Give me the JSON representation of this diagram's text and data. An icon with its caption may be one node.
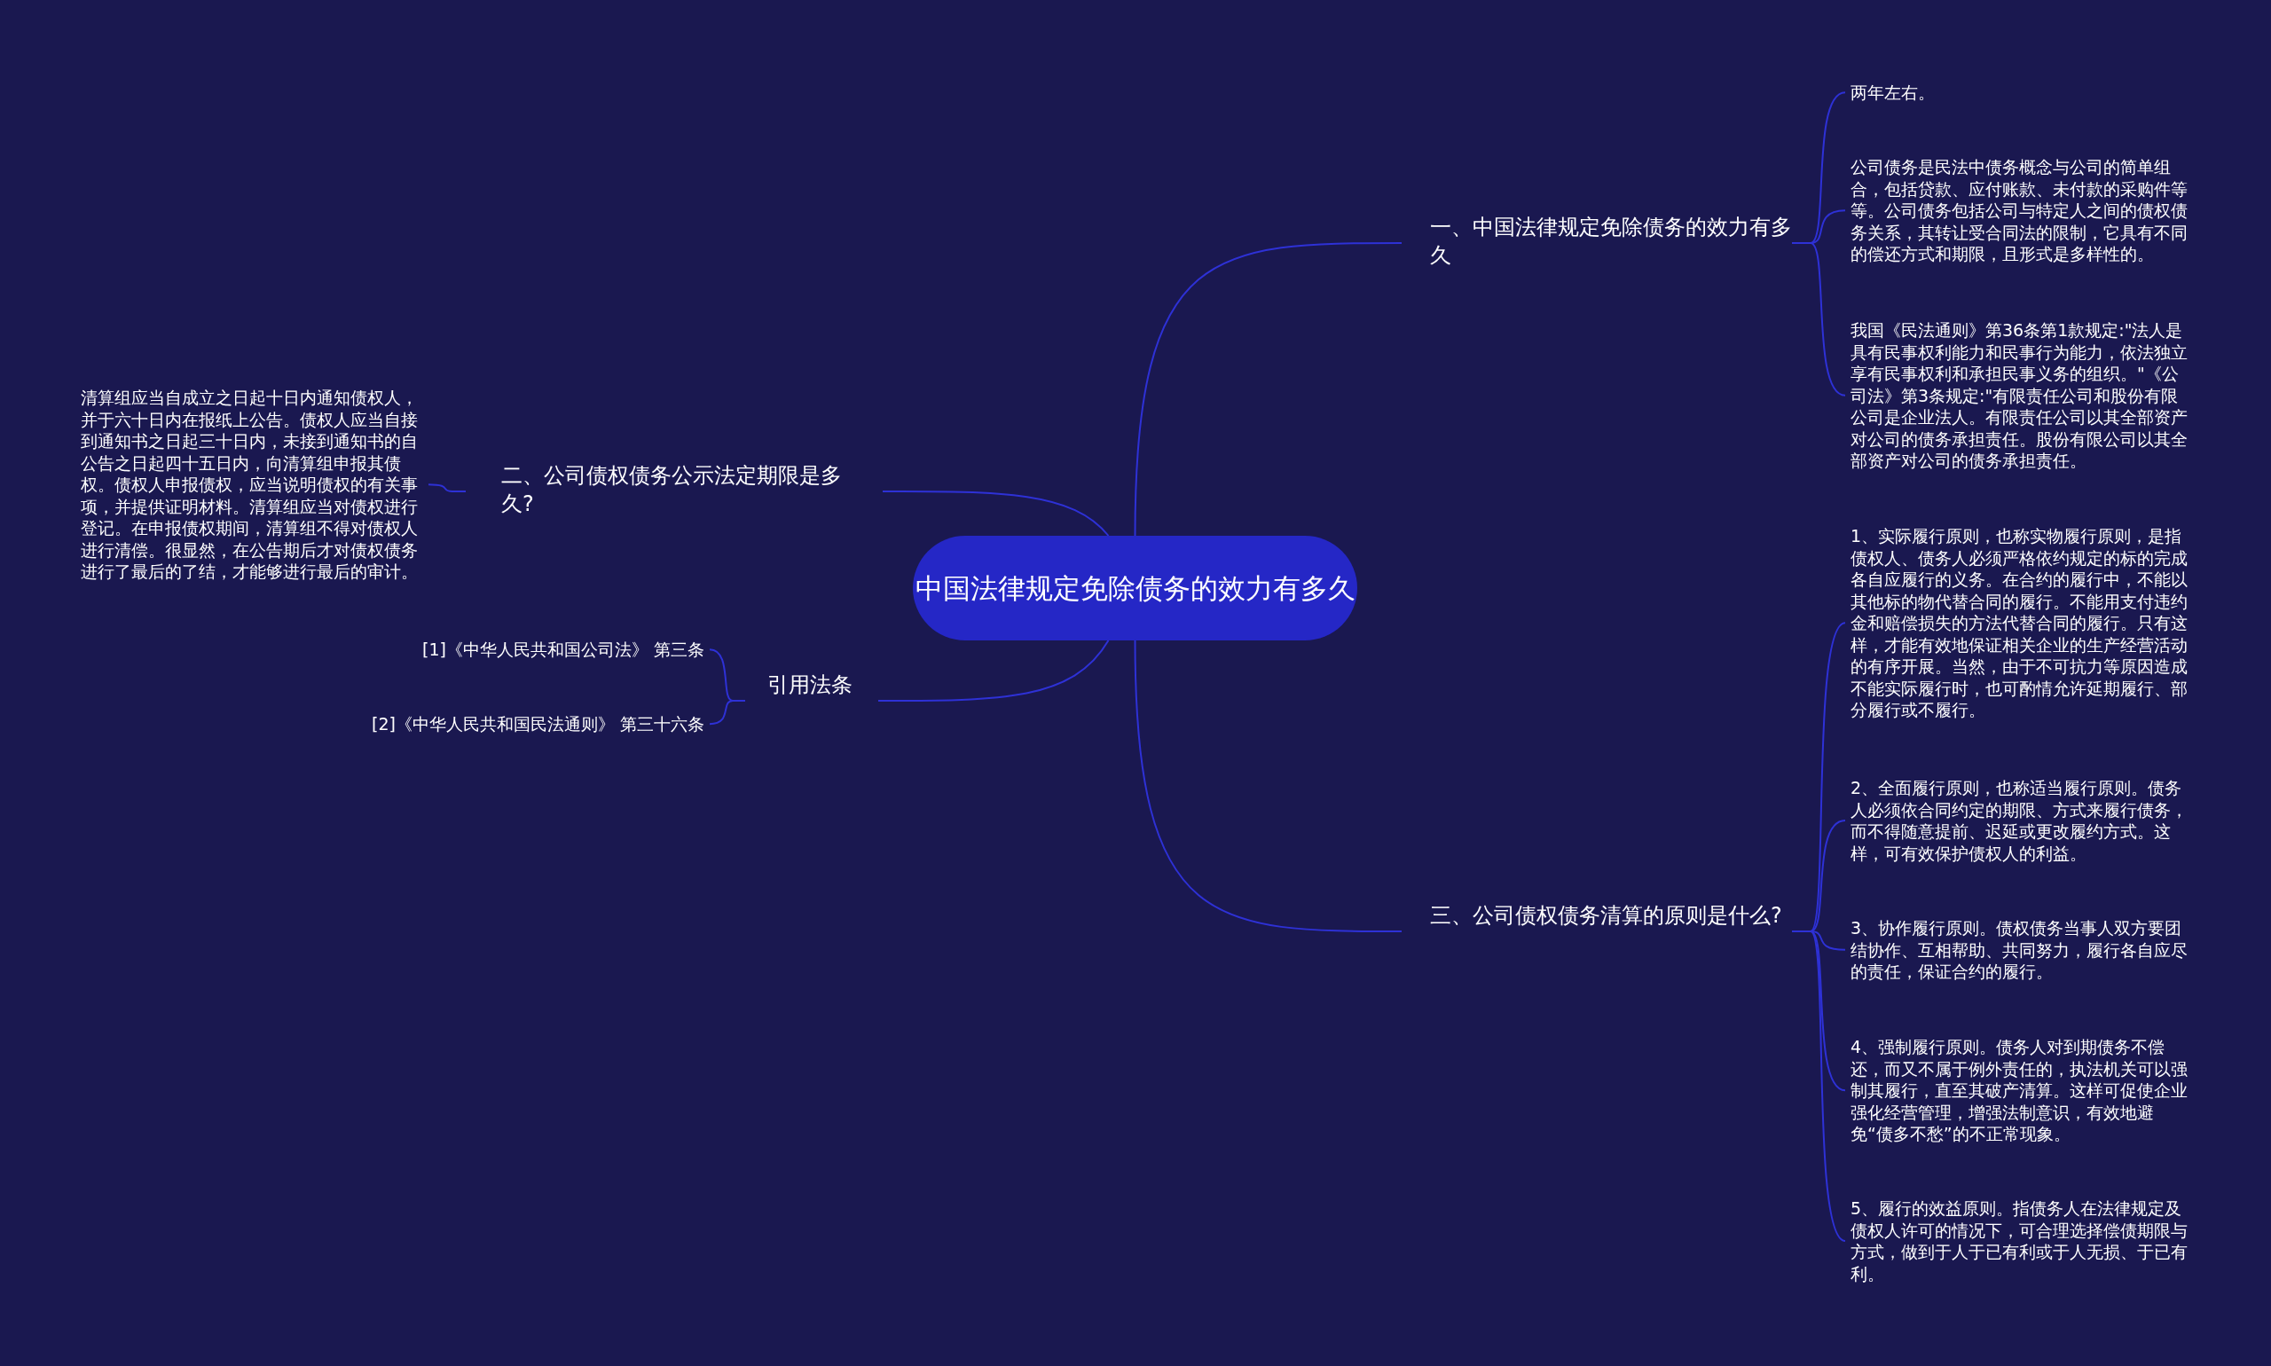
{
  "diagram": {
    "nodes": [
      {
        "text": [
          "中国法律规定免除债务的效力有多久"
        ]
      },
      {
        "text": [
          "一、中国法律规定免除债务的效力有多久"
        ]
      },
      {
        "text": [
          "两年左右。"
        ]
      },
      {
        "text": [
          "公司债务是民法中债务概念与公司的简单组合，包括贷款、应付账款、未付款的采购件等等。公司债务包括公司与特定人之间的债权债务关系，其转让受合同法的限制，它具有不同的偿还方式和期限，且形式是多样性的。"
        ]
      },
      {
        "text": [
          "我国《民法通则》第36条第1款规定:\"法人是具有民事权利能力和民事行为能力，依法独立享有民事权利和承担民事义务的组织。\"《公司法》第3条规定:\"有限责任公司和股份有限公司是企业法人。有限责任公司以其全部资产对公司的债务承担责任。股份有限公司以其全部资产对公司的债务承担责任。"
        ]
      },
      {
        "text": [
          "二、公司债权债务公示法定期限是多久?"
        ]
      },
      {
        "text": [
          "清算组应当自成立之日起十日内通知债权人，并于六十日内在报纸上公告。债权人应当自接到通知书之日起三十日内，未接到通知书的自公告之日起四十五日内，向清算组申报其债权。债权人申报债权，应当说明债权的有关事项，并提供证明材料。清算组应当对债权进行登记。在申报债权期间，清算组不得对债权人进行清偿。很显然，在公告期后才对债权债务进行了最后的了结，才能够进行最后的审计。"
        ]
      },
      {
        "text": [
          "引用法条"
        ]
      },
      {
        "text": [
          "[1]《中华人民共和国公司法》 第三条"
        ]
      },
      {
        "text": [
          "[2]《中华人民共和国民法通则》 第三十六条"
        ]
      },
      {
        "text": [
          "三、公司债权债务清算的原则是什么?"
        ]
      },
      {
        "text": [
          "1、实际履行原则，也称实物履行原则，是指债权人、债务人必须严格依约规定的标的完成各自应履行的义务。在合约的履行中，不能以其他标的物代替合同的履行。不能用支付违约金和赔偿损失的方法代替合同的履行。只有这样，才能有效地保证相关企业的生产经营活动的有序开展。当然，由于不可抗力等原因造成不能实际履行时，也可酌情允许延期履行、部分履行或不履行。"
        ]
      },
      {
        "text": [
          "2、全面履行原则，也称适当履行原则。债务人必须依合同约定的期限、方式来履行债务，而不得随意提前、迟延或更改履约方式。这样，可有效保护债权人的利益。"
        ]
      },
      {
        "text": [
          "3、协作履行原则。债权债务当事人双方要团结协作、互相帮助、共同努力，履行各自应尽的责任，保证合约的履行。"
        ]
      },
      {
        "text": [
          "4、强制履行原则。债务人对到期债务不偿还，而又不属于例外责任的，执法机关可以强制其履行，直至其破产清算。这样可促使企业强化经营管理，增强法制意识，有效地避免“债多不愁”的不正常现象。"
        ]
      },
      {
        "text": [
          "5、履行的效益原则。指债务人在法律规定及债权人许可的情况下，可合理选择偿债期限与方式，做到于人于已有利或于人无损、于已有利。"
        ]
      }
    ],
    "edges": [
      {
        "from": 0,
        "to": 1,
        "arrow": "none"
      },
      {
        "from": 1,
        "to": 2,
        "arrow": "none"
      },
      {
        "from": 1,
        "to": 3,
        "arrow": "none"
      },
      {
        "from": 1,
        "to": 4,
        "arrow": "none"
      },
      {
        "from": 0,
        "to": 5,
        "arrow": "none"
      },
      {
        "from": 5,
        "to": 6,
        "arrow": "none"
      },
      {
        "from": 0,
        "to": 7,
        "arrow": "none"
      },
      {
        "from": 7,
        "to": 8,
        "arrow": "none"
      },
      {
        "from": 7,
        "to": 9,
        "arrow": "none"
      },
      {
        "from": 0,
        "to": 10,
        "arrow": "none"
      },
      {
        "from": 10,
        "to": 11,
        "arrow": "none"
      },
      {
        "from": 10,
        "to": 12,
        "arrow": "none"
      },
      {
        "from": 10,
        "to": 13,
        "arrow": "none"
      },
      {
        "from": 10,
        "to": 14,
        "arrow": "none"
      },
      {
        "from": 10,
        "to": 15,
        "arrow": "none"
      }
    ]
  }
}
